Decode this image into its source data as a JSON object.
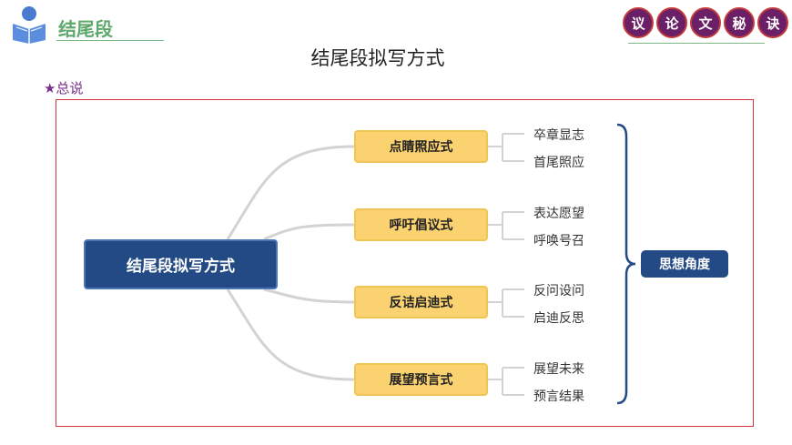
{
  "header": {
    "section_title": "结尾段",
    "badges": [
      "议",
      "论",
      "文",
      "秘",
      "诀"
    ]
  },
  "page_title": "结尾段拟写方式",
  "section_label": "★总说",
  "mindmap": {
    "root": "结尾段拟写方式",
    "branches": [
      {
        "label": "点睛照应式",
        "leaves": [
          "卒章显志",
          "首尾照应"
        ]
      },
      {
        "label": "呼吁倡议式",
        "leaves": [
          "表达愿望",
          "呼唤号召"
        ]
      },
      {
        "label": "反诘启迪式",
        "leaves": [
          "反问设问",
          "启迪反思"
        ]
      },
      {
        "label": "展望预言式",
        "leaves": [
          "展望未来",
          "预言结果"
        ]
      }
    ],
    "summary": "思想角度"
  },
  "colors": {
    "root_fill": "#234a84",
    "branch_fill": "#fbd270",
    "frame_border": "#d9353c",
    "accent_green": "#5fa86b",
    "badge_fill": "#6b1f66"
  }
}
